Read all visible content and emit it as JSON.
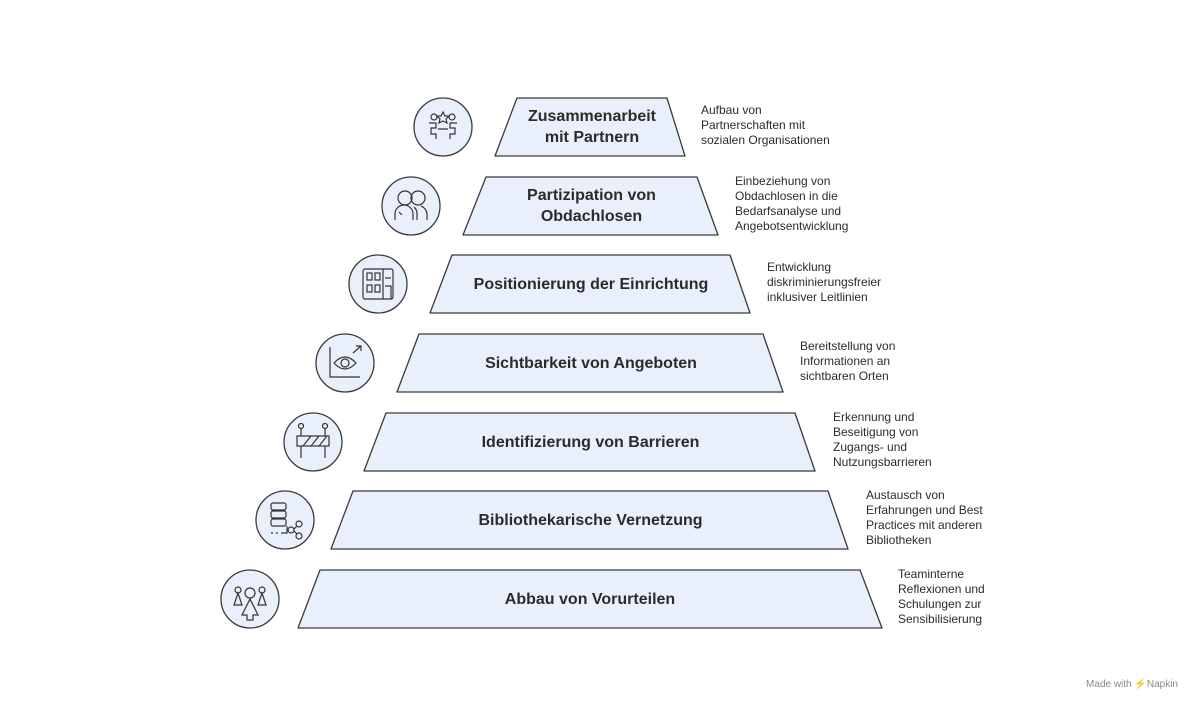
{
  "levels": [
    {
      "title": "Zusammenarbeit mit Partnern",
      "description": "Aufbau von Partnerschaften mit sozialen Organisationen",
      "icon": "partners-collaboration-icon"
    },
    {
      "title": "Partizipation von Obdachlosen",
      "description": "Einbeziehung von Obdachlosen in die Bedarfsanalyse und Angebotsentwicklung",
      "icon": "people-group-icon"
    },
    {
      "title": "Positionierung der Einrichtung",
      "description": "Entwicklung diskriminierungsfreier inklusiver Leitlinien",
      "icon": "building-icon"
    },
    {
      "title": "Sichtbarkeit von Angeboten",
      "description": "Bereitstellung von Informationen an sichtbaren Orten",
      "icon": "eye-chart-icon"
    },
    {
      "title": "Identifizierung von Barrieren",
      "description": "Erkennung und Beseitigung von Zugangs- und Nutzungsbarrieren",
      "icon": "barrier-icon"
    },
    {
      "title": "Bibliothekarische Vernetzung",
      "description": "Austausch von Erfahrungen und Best Practices mit anderen Bibliotheken",
      "icon": "network-server-icon"
    },
    {
      "title": "Abbau von Vorurteilen",
      "description": "Teaminterne Reflexionen und Schulungen zur Sensibilisierung",
      "icon": "team-icon"
    }
  ],
  "colors": {
    "fill": "#eaf0fb",
    "stroke": "#3a3a3a"
  },
  "footer": {
    "made_with": "Made with",
    "brand": "Napkin"
  }
}
